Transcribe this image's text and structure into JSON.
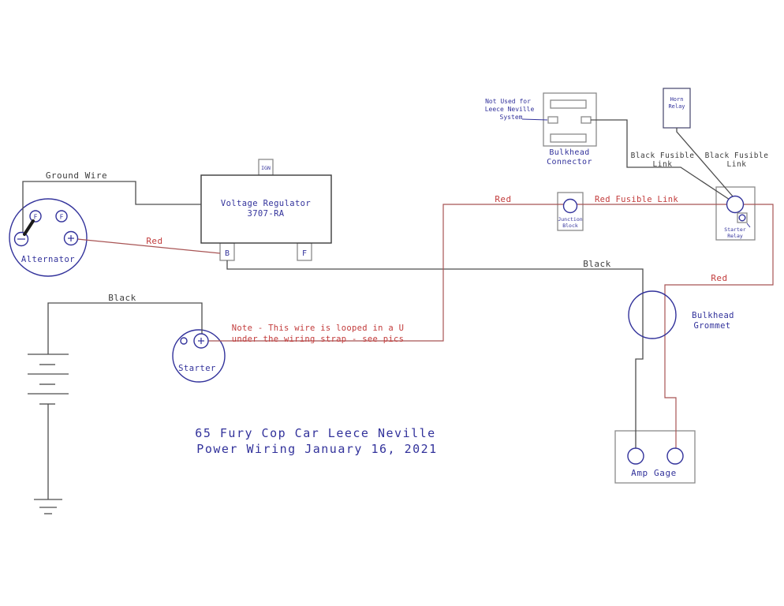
{
  "colors": {
    "label_blue": "#32329b",
    "label_red": "#c23b3b",
    "wire_red": "#a85454",
    "wire_black": "#4d4d4d",
    "box_gray": "#8a8a8a"
  },
  "title": {
    "line1": "65 Fury Cop Car Leece Neville",
    "line2": "Power Wiring January 16, 2021"
  },
  "note": {
    "line1": "Note - This wire is looped in a U",
    "line2": "under the wiring strap - see pics"
  },
  "wire_labels": {
    "ground_wire": "Ground Wire",
    "red_alternator": "Red",
    "black_battery": "Black",
    "black_regulator": "Black",
    "red_junction": "Red",
    "red_fusible_link": "Red Fusible Link",
    "red_right": "Red",
    "black_fusible_left_1": "Black Fusible",
    "black_fusible_left_2": "Link",
    "black_fusible_right_1": "Black Fusible",
    "black_fusible_right_2": "Link"
  },
  "components": {
    "alternator": {
      "label": "Alternator",
      "terminal_f1": "F",
      "terminal_f2": "F"
    },
    "voltage_regulator": {
      "name": "Voltage Regulator",
      "model": "3707-RA",
      "tab_ign": "IGN",
      "tab_b": "B",
      "tab_f": "F"
    },
    "starter": {
      "label": "Starter"
    },
    "bulkhead_connector": {
      "label_1": "Bulkhead",
      "label_2": "Connector"
    },
    "not_used_note": {
      "line1": "Not Used for",
      "line2": "Leece Neville",
      "line3": "System"
    },
    "horn_relay": {
      "label_1": "Horn",
      "label_2": "Relay"
    },
    "junction_block": {
      "label_1": "Junction",
      "label_2": "Block"
    },
    "starter_relay": {
      "label_1": "Starter",
      "label_2": "Relay"
    },
    "bulkhead_grommet": {
      "label_1": "Bulkhead",
      "label_2": "Grommet"
    },
    "amp_gage": {
      "label": "Amp Gage"
    }
  }
}
